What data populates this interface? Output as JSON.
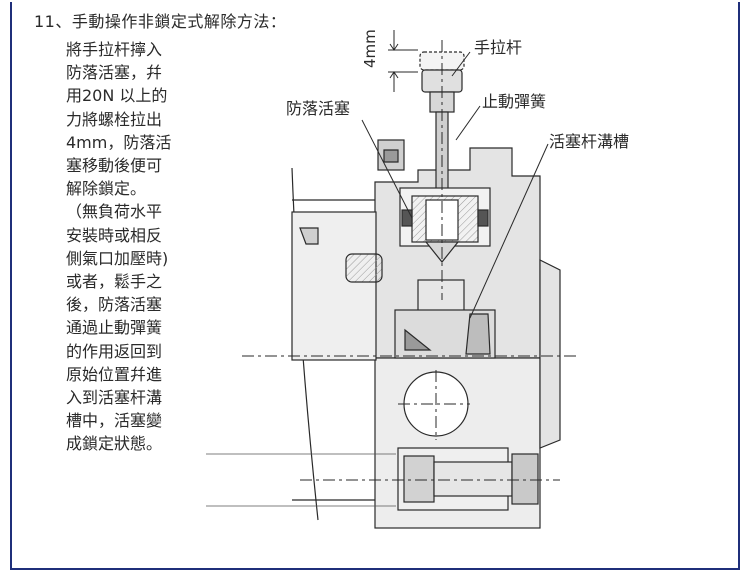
{
  "heading": "11、手動操作非鎖定式解除方法：",
  "instructions": [
    "將手拉杆擰入",
    "防落活塞，幷",
    "用20N 以上的",
    "力將螺栓拉出",
    "4mm，防落活",
    "塞移動後便可",
    "解除鎖定。",
    "（無負荷水平",
    "安裝時或相反",
    "側氣口加壓時)",
    "或者，鬆手之",
    "後，防落活塞",
    "通過止動彈簧",
    "的作用返回到",
    "原始位置幷進",
    "入到活塞杆溝",
    "槽中，活塞變",
    "成鎖定狀態。"
  ],
  "labels": {
    "pull_rod": "手拉杆",
    "stop_spring": "止動彈簧",
    "fall_piston": "防落活塞",
    "piston_groove": "活塞杆溝槽",
    "dimension": "4mm"
  },
  "colors": {
    "frame": "#1f2f7a",
    "line": "#2a2a2a",
    "body_fill": "#e6e6e6",
    "hatch": "#bdbdbd"
  }
}
